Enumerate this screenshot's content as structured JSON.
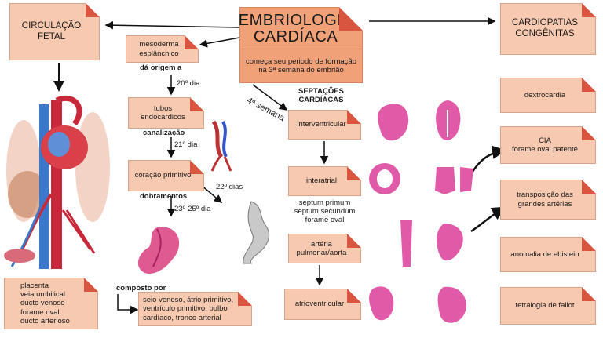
{
  "main": {
    "title": "EMBRIOLOGIA\nCARDÍACA",
    "subtitle": "começa seu periodo de formação na 3ª semana do embrião"
  },
  "left": {
    "circulacao": "CIRCULAÇÃO\nFETAL",
    "mesoderma": "mesoderma\nesplâncnico",
    "origem": "dá origem a",
    "vinte_dia": "20º dia",
    "tubos": "tubos endocárdicos",
    "canalizacao": "canalização",
    "vinte_um": "21º dia",
    "coracao": "coração primitivo",
    "dobramentos": "dobramentos",
    "vinte_dois": "22º dias",
    "vinte_tres": "23º-25º dia",
    "composto": "composto por",
    "componentes": "seio venoso, átrio primitivo,\nventrículo primitivo, bulbo\ncardíaco, tronco arterial",
    "fetal_list": "placenta\nveia umbilical\nducto venoso\nforame oval\nducto arterioso"
  },
  "middle": {
    "semana": "4ª semana",
    "septacoes": "SEPTAÇÕES\nCARDÍACAS",
    "interventricular": "interventricular",
    "interatrial": "interatrial",
    "septum": "septum primum\nseptum secundum\nforame oval",
    "arteria": "artéria\npulmonar/aorta",
    "atrioventricular": "atrioventricular"
  },
  "right": {
    "cardiopatias": "CARDIOPATIAS\nCONGÊNITAS",
    "dextrocardia": "dextrocardia",
    "cia": "CIA\nforame oval patente",
    "transposicao": "transposição das\ngrandes artérias",
    "ebstein": "anomalia de ebistein",
    "fallot": "tetralogia de fallot"
  }
}
